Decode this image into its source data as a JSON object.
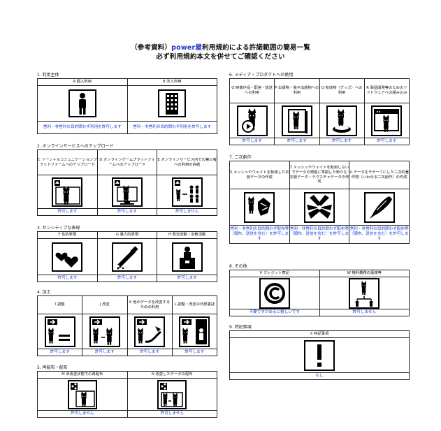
{
  "header": {
    "line1_prefix": "（参考資料）",
    "line1_brand": "power屋",
    "line1_suffix": "利用規約による許諾範囲の簡易一覧",
    "line2": "必ず利用規約本文を併せてご確認ください"
  },
  "sections": {
    "s1": {
      "label": "1. 利用主体",
      "items": [
        {
          "head": "A 個人利用",
          "icon": "person-icon",
          "status": "営利・非営利の目的問わず利用を許可します"
        },
        {
          "head": "B 法人利用",
          "icon": "building-icon",
          "status": "営利・非営利の目的問わず利用を許可します"
        }
      ]
    },
    "s2": {
      "label": "2. オンラインサービスへのアップロード",
      "items": [
        {
          "head": "C ソーシャルコミュニケーションプラットフォームへのアップロード",
          "icon": "social-upload-icon",
          "status": "許可します"
        },
        {
          "head": "D オンラインゲームプラットフォームへのアップロード",
          "icon": "game-upload-icon",
          "status": "許可します"
        },
        {
          "head": "E オンラインサービス内での第三者への利用の許諾",
          "icon": "third-party-icon",
          "status": "許可しません"
        }
      ]
    },
    "s3": {
      "label": "3. センシティブな表現",
      "items": [
        {
          "head": "F 性的表現",
          "icon": "hearts-icon",
          "status": "許可します"
        },
        {
          "head": "G 暴力的表現",
          "icon": "knife-icon",
          "status": "許可します"
        },
        {
          "head": "H 政治活動・宗教活動",
          "icon": "podium-icon",
          "status": "許可します"
        }
      ]
    },
    "s4": {
      "label": "4. 加工",
      "items": [
        {
          "head": "I 調整",
          "icon": "adjust-icon",
          "status": "許可します"
        },
        {
          "head": "J 改変",
          "icon": "modify-icon",
          "status": "許可します"
        },
        {
          "head": "K 他のデータを改変するための利用",
          "icon": "derive-icon",
          "status": "許可します"
        },
        {
          "head": "L 調整・改変の外部委託",
          "icon": "outsource-icon",
          "status": "許可します"
        }
      ]
    },
    "s5": {
      "label": "5. 再配布・配布",
      "items": [
        {
          "head": "M 未改変状態での再配布",
          "icon": "redistribute-icon",
          "status": "許可しません"
        },
        {
          "head": "N 改変したデータの配布",
          "icon": "distribute-modified-icon",
          "status": "許可しません"
        }
      ]
    },
    "s6": {
      "label": "6. メディア・プロダクトへの使用",
      "items": [
        {
          "head": "O 映像作品・配信・放送への利用",
          "icon": "video-icon",
          "status": "許可します"
        },
        {
          "head": "P 出版物・電子出版物への利用",
          "icon": "publication-icon",
          "status": "許可します"
        },
        {
          "head": "Q 有体物（グッズ）への利用",
          "icon": "goods-icon",
          "status": "許可します"
        },
        {
          "head": "R 製品開発等のためのソフトウェアへの組み込み",
          "icon": "software-icon",
          "status": "許可します"
        }
      ]
    },
    "s7": {
      "label": "7. 二次創作",
      "items": [
        {
          "head": "S メッシュやウェイトを転用した衣装データの作成",
          "icon": "mesh-reuse-icon",
          "status": "営利・非営利の目的問わず配布等（頒布、送信を含む）を許可します"
        },
        {
          "head": "T メッシュやウェイトを転用しないでデータの規格に準拠した新たな衣装データ・テクスチャデータの作成",
          "icon": "new-costume-icon",
          "status": "営利・非営利の目的問わず配布等（頒布、送信を含む）を許可します"
        },
        {
          "head": "U データをモチーフにした二次的著作物（いわゆる二次創作）の作成",
          "icon": "pen-icon",
          "status": "営利・非営利の目的問わず配布等（頒布、送信を含む）を許可します"
        }
      ]
    },
    "s8": {
      "label": "8. その他",
      "items": [
        {
          "head": "V クレジット表記",
          "icon": "copyright-icon",
          "status": "不要ですがあると嬉しいです"
        },
        {
          "head": "W 権利義務の譲渡等",
          "icon": "transfer-icon",
          "status": "許可しません"
        }
      ]
    },
    "s9": {
      "label": "9. 特記事項",
      "items": [
        {
          "head": "X 特記事項",
          "icon": "exclamation-icon",
          "status": "なし"
        }
      ]
    }
  },
  "colors": {
    "status": "#1a3fd6",
    "brand": "#2233cc"
  }
}
